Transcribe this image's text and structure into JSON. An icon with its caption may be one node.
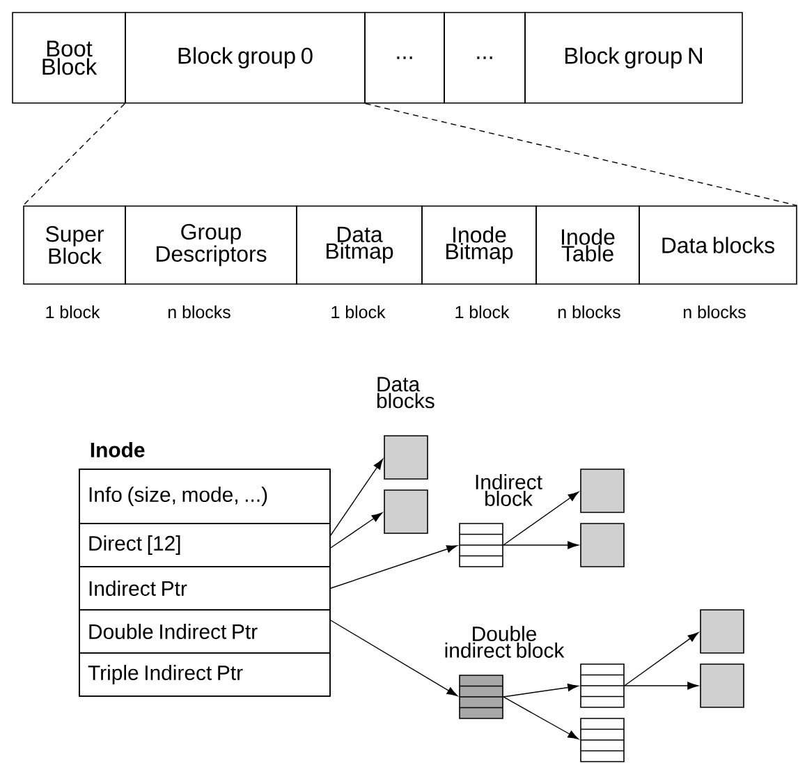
{
  "diagram": {
    "nodes": [
      {
        "text": [
          "Boot Block"
        ]
      },
      {
        "text": [
          "Block group 0"
        ]
      },
      {
        "text": [
          "..."
        ]
      },
      {
        "text": [
          "..."
        ]
      },
      {
        "text": [
          "Block group N"
        ]
      },
      {
        "text": [
          "Super Block"
        ],
        "beside": [
          "1 block"
        ]
      },
      {
        "text": [
          "Group Descriptors"
        ],
        "beside": [
          "n blocks"
        ]
      },
      {
        "text": [
          "Data Bitmap"
        ],
        "beside": [
          "1 block"
        ]
      },
      {
        "text": [
          "Inode Bitmap"
        ],
        "beside": [
          "1 block"
        ]
      },
      {
        "text": [
          "Inode Table"
        ],
        "beside": [
          "n blocks"
        ]
      },
      {
        "text": [
          "Data blocks"
        ],
        "beside": [
          "n blocks"
        ]
      },
      {
        "text": [
          "Inode"
        ]
      },
      {
        "text": [
          "Info (size, mode, ...)"
        ],
        "in": 11
      },
      {
        "text": [
          "Direct [12]"
        ],
        "in": 11
      },
      {
        "text": [
          "Indirect Ptr"
        ],
        "in": 11
      },
      {
        "text": [
          "Double Indirect Ptr"
        ],
        "in": 11
      },
      {
        "text": [
          "Triple Indirect Ptr"
        ],
        "in": 11
      },
      {
        "text": [],
        "shape": "box"
      },
      {
        "text": [],
        "shape": "box"
      },
      {
        "text": [],
        "shape": "box",
        "beside": [
          "Indirect block"
        ]
      },
      {
        "text": [],
        "shape": "box"
      },
      {
        "text": [],
        "shape": "box"
      },
      {
        "text": [],
        "shape": "box"
      },
      {
        "text": [],
        "shape": "box"
      },
      {
        "text": [],
        "shape": "box"
      },
      {
        "text": [],
        "shape": "box"
      },
      {
        "text": [],
        "shape": "box"
      }
    ],
    "edges": [
      {
        "from": 1,
        "to": 5,
        "arrow": "none",
        "style": "dashed"
      },
      {
        "from": 1,
        "to": 10,
        "arrow": "none",
        "style": "dashed"
      },
      {
        "from": 13,
        "to": 17,
        "arrow": "to"
      },
      {
        "from": 13,
        "to": 18,
        "arrow": "to"
      },
      {
        "from": 14,
        "to": 19,
        "arrow": "to"
      },
      {
        "from": 19,
        "to": 20,
        "arrow": "to"
      },
      {
        "from": 19,
        "to": 21,
        "arrow": "to"
      },
      {
        "from": 15,
        "to": 22,
        "arrow": "to"
      },
      {
        "from": 22,
        "to": 23,
        "arrow": "to"
      },
      {
        "from": 22,
        "to": 24,
        "arrow": "to"
      },
      {
        "from": 23,
        "to": 25,
        "arrow": "to"
      },
      {
        "from": 23,
        "to": 26,
        "arrow": "to"
      }
    ],
    "labels": [
      "Data blocks",
      "Double indirect block"
    ]
  }
}
